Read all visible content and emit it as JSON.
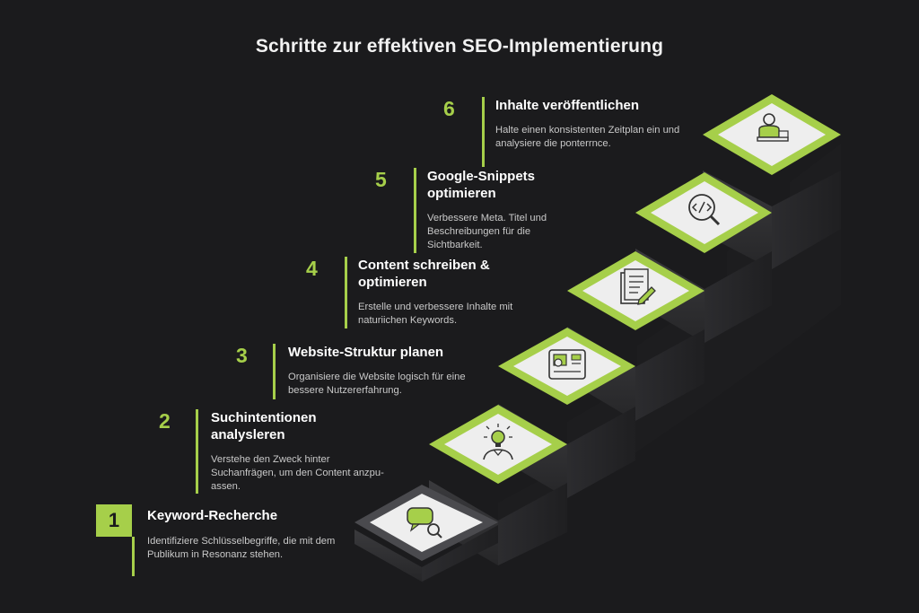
{
  "title": "Schritte zur effektiven SEO-Implementierung",
  "colors": {
    "accent": "#a6cf4a",
    "background": "#1b1b1d"
  },
  "steps": [
    {
      "number": "1",
      "heading": "Keyword-Recherche",
      "description": "Identifiziere Schlüsselbegriffe, die mit dem Publikum in Resonanz stehen.",
      "icon": "chat-search-icon"
    },
    {
      "number": "2",
      "heading": "Suchintentionen analysleren",
      "description": "Verstehe den Zweck hinter Suchanfrägen, um den Content anzpu-assen.",
      "icon": "lightbulb-person-icon"
    },
    {
      "number": "3",
      "heading": "Website-Struktur planen",
      "description": "Organisiere die Website logisch für eine bessere Nutzererfahrung.",
      "icon": "website-layout-icon"
    },
    {
      "number": "4",
      "heading": "Content schreiben & optimieren",
      "description": "Erstelle und verbessere Inhalte mit naturiichen Keywords.",
      "icon": "document-pen-icon"
    },
    {
      "number": "5",
      "heading": "Google-Snippets optimieren",
      "description": "Verbessere Meta. Titel und Beschreibungen für die Sichtbarkeit.",
      "icon": "code-search-icon"
    },
    {
      "number": "6",
      "heading": "Inhalte veröffentlichen",
      "description": "Halte einen konsistenten Zeitplan ein und analysiere die ponterrnce.",
      "icon": "person-desk-icon"
    }
  ]
}
